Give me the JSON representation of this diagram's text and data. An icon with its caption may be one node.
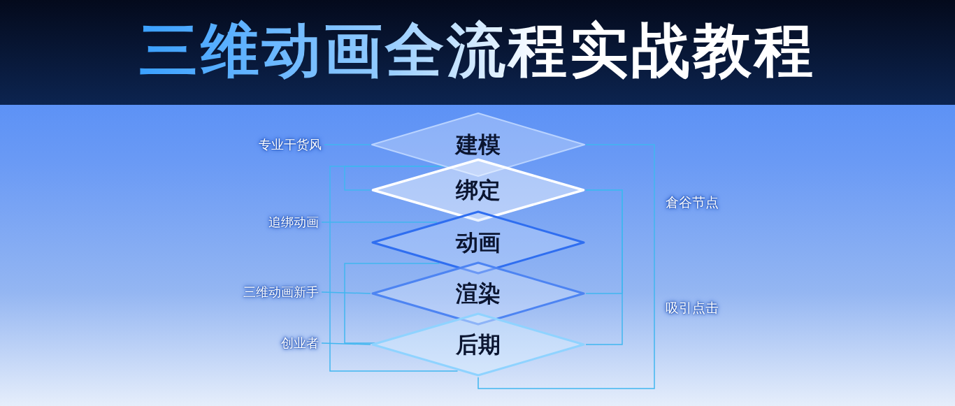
{
  "diagram": {
    "title": "三维动画全流程实战教程",
    "nodes": [
      {
        "text": [
          "建模"
        ]
      },
      {
        "text": [
          "绑定"
        ]
      },
      {
        "text": [
          "动画"
        ]
      },
      {
        "text": [
          "渲染"
        ]
      },
      {
        "text": [
          "后期"
        ]
      },
      {
        "text": [
          "专业干货风"
        ]
      },
      {
        "text": [
          "追绑动画"
        ]
      },
      {
        "text": [
          "三维动画新手"
        ]
      },
      {
        "text": [
          "创业者"
        ]
      }
    ],
    "edges": [
      {
        "from": 5,
        "to": 0,
        "arrow": "none"
      },
      {
        "from": 6,
        "to": 2,
        "arrow": "none"
      },
      {
        "from": 7,
        "to": 3,
        "arrow": "none"
      },
      {
        "from": 8,
        "to": 4,
        "arrow": "none"
      },
      {
        "from": 0,
        "to": 4,
        "arrow": "none"
      },
      {
        "from": 1,
        "to": 3,
        "arrow": "none"
      },
      {
        "from": 1,
        "to": 4,
        "arrow": "none"
      },
      {
        "from": 1,
        "to": 4,
        "arrow": "none"
      },
      {
        "from": 2,
        "to": 4,
        "arrow": "none"
      },
      {
        "from": 0,
        "to": 1,
        "arrow": "none"
      }
    ],
    "labels": [
      "倉谷节点",
      "吸引点击"
    ]
  }
}
